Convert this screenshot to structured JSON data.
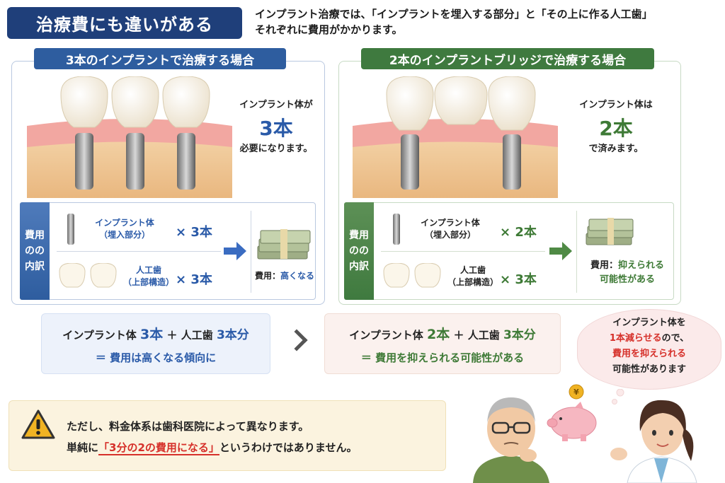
{
  "header": {
    "title": "治療費にも違いがある",
    "intro_line1": "インプラント治療では、「インプラントを埋入する部分」と「その上に作る人工歯」",
    "intro_line2": "それぞれに費用がかかります。"
  },
  "left": {
    "heading": "3本のインプラントで治療する場合",
    "count_top": "インプラント体が",
    "count_num": "3本",
    "count_bottom": "必要になります。",
    "tab_l1": "費用",
    "tab_l2": "のの",
    "tab_l3": "内訳",
    "item1_l1": "インプラント体",
    "item1_l2": "（埋入部分）",
    "item1_qty": "× 3本",
    "item2_l1": "人工歯",
    "item2_l2": "（上部構造）",
    "item2_qty": "× 3本",
    "cost_label": "費用：",
    "cost_value": "高くなる",
    "sum_l1a": "インプラント体",
    "sum_l1b": "3本",
    "sum_l1c": "＋",
    "sum_l1d": "人工歯",
    "sum_l1e": "3本分",
    "sum_l2": "＝ 費用は高くなる傾向に"
  },
  "right": {
    "heading": "2本のインプラントブリッジで治療する場合",
    "count_top": "インプラント体は",
    "count_num": "2本",
    "count_bottom": "で済みます。",
    "tab_l1": "費用",
    "tab_l2": "のの",
    "tab_l3": "内訳",
    "item1_l1": "インプラント体",
    "item1_l2": "（埋入部分）",
    "item1_qty": "× 2本",
    "item2_l1": "人工歯",
    "item2_l2": "（上部構造）",
    "item2_qty": "× 3本",
    "cost_label": "費用：",
    "cost_value1": "抑えられる",
    "cost_value2": "可能性がある",
    "sum_l1a": "インプラント体",
    "sum_l1b": "2本",
    "sum_l1c": "＋",
    "sum_l1d": "人工歯",
    "sum_l1e": "3本分",
    "sum_l2": "＝ 費用を抑えられる可能性がある"
  },
  "bubble": {
    "l1": "インプラント体を",
    "l2a": "1本減らせる",
    "l2b": "ので、",
    "l3": "費用を抑えられる",
    "l4": "可能性があります"
  },
  "note": {
    "l1": "ただし、料金体系は歯科医院によって異なります。",
    "l2a": "単純に",
    "l2b": "「3分の2の費用になる」",
    "l2c": "というわけではありません。"
  },
  "colors": {
    "navy": "#1f3f7a",
    "blue": "#2e5d9f",
    "green": "#3f7a3f",
    "red": "#d6302a",
    "warning": "#f0b323"
  }
}
